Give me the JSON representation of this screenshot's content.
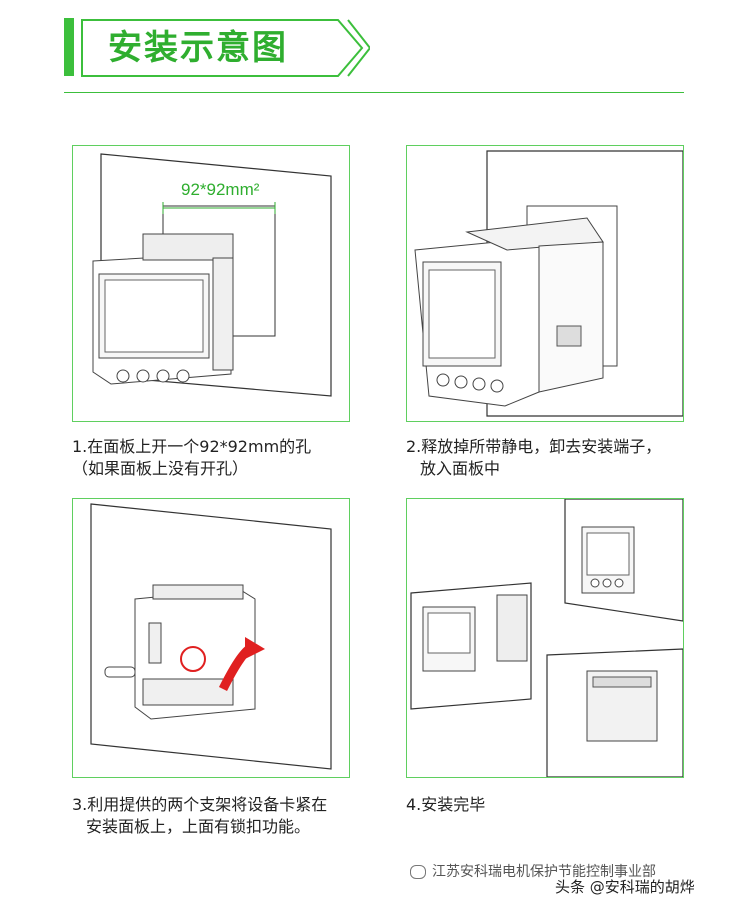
{
  "header": {
    "title": "安装示意图"
  },
  "panels": [
    {
      "dimension_label": "92*92mm²",
      "caption_line1": "1.在面板上开一个92*92mm的孔",
      "caption_line2": "（如果面板上没有开孔）"
    },
    {
      "caption_line1": "2.释放掉所带静电，卸去安装端子，",
      "caption_line2": "放入面板中"
    },
    {
      "caption_line1": "3.利用提供的两个支架将设备卡紧在",
      "caption_line2": "安装面板上，上面有锁扣功能。"
    },
    {
      "caption_line1": "4.安装完毕"
    }
  ],
  "watermark": {
    "line1": "江苏安科瑞电机保护节能控制事业部",
    "line2": "头条 @安科瑞的胡烨"
  },
  "colors": {
    "accent": "#3cbf3c",
    "border": "#5fcf5f",
    "arrow": "#e02020"
  }
}
